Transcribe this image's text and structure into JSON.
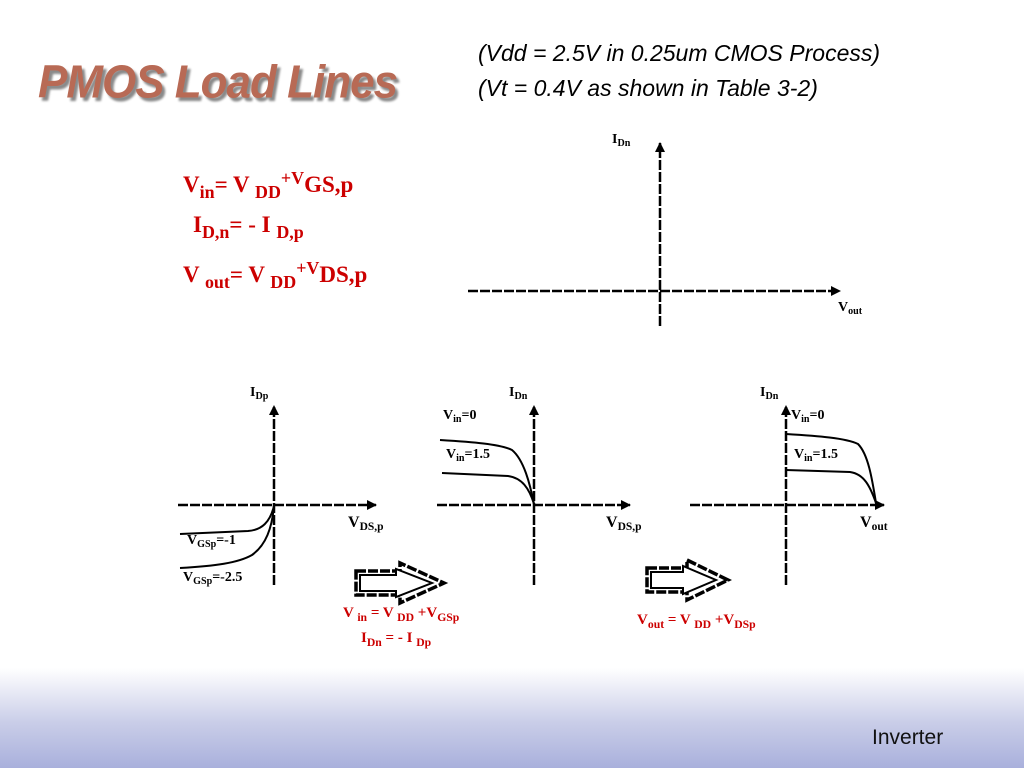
{
  "slide": {
    "title": "PMOS Load Lines",
    "notes": [
      "(Vdd = 2.5V  in 0.25um CMOS Process)",
      "(Vt = 0.4V  as shown in Table 3-2)"
    ],
    "footer": "Inverter"
  },
  "equations_main": [
    {
      "a": "V",
      "a_sub": "in",
      "b": "= V",
      "b_sub": "DD",
      "c": "+V",
      "c_sub": "GS,p"
    },
    {
      "a": "I",
      "a_sub": "D,n",
      "b": "= - I",
      "b_sub": "D,p"
    },
    {
      "a": "V",
      "a_sub": "out",
      "b": "= V",
      "b_sub": "DD",
      "c": "+V",
      "c_sub": "DS,p"
    }
  ],
  "equations_arrow1": [
    {
      "a": "V",
      "a_sub": "in",
      "b": " = V",
      "b_sub": "DD",
      "c": " +V",
      "c_sub": "GSp"
    },
    {
      "a": "I",
      "a_sub": "Dn",
      "b": " = - I",
      "b_sub": "Dp"
    }
  ],
  "equations_arrow2": [
    {
      "a": "V",
      "a_sub": "out",
      "b": " = V",
      "b_sub": "DD",
      "c": " +V",
      "c_sub": "DSp"
    }
  ],
  "plots": {
    "top": {
      "ylabel": "I",
      "ylabel_sub": "Dn",
      "xlabel": "V",
      "xlabel_sub": "out"
    },
    "p1": {
      "ylabel": "I",
      "ylabel_sub": "Dp",
      "xlabel": "V",
      "xlabel_sub": "DS,p",
      "curves": [
        {
          "a": "V",
          "sub": "GSp",
          "b": "=-1"
        },
        {
          "a": "V",
          "sub": "GSp",
          "b": "=-2.5"
        }
      ]
    },
    "p2": {
      "ylabel": "I",
      "ylabel_sub": "Dn",
      "xlabel": "V",
      "xlabel_sub": "DS,p",
      "curves": [
        {
          "a": "V",
          "sub": "in",
          "b": "=0"
        },
        {
          "a": "V",
          "sub": "in",
          "b": "=1.5"
        }
      ]
    },
    "p3": {
      "ylabel": "I",
      "ylabel_sub": "Dn",
      "xlabel": "V",
      "xlabel_sub": "out",
      "curves": [
        {
          "a": "V",
          "sub": "in",
          "b": "=0"
        },
        {
          "a": "V",
          "sub": "in",
          "b": "=1.5"
        }
      ]
    }
  },
  "colors": {
    "title": "#b86a55",
    "equations": "#cc0000",
    "axes": "#000000"
  }
}
